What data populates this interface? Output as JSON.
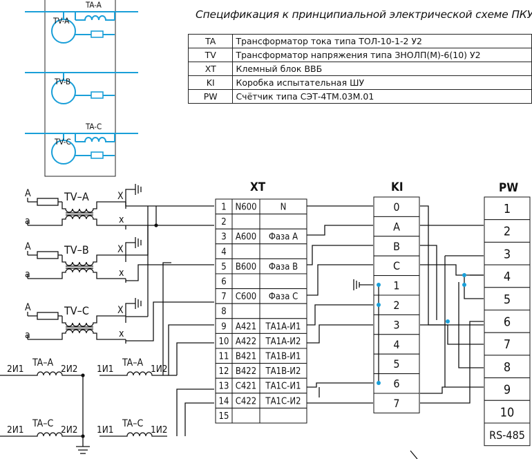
{
  "spec": {
    "title": "Спецификация к принципиальной электрической схеме ПКУ",
    "rows": [
      {
        "code": "TA",
        "desc": "Трансформатор тока типа ТОЛ-10-1-2 У2"
      },
      {
        "code": "TV",
        "desc": "Трансформатор напряжения типа ЗНОЛП(М)-6(10) У2"
      },
      {
        "code": "XT",
        "desc": "Клемный блок ВВБ"
      },
      {
        "code": "KI",
        "desc": "Коробка испытательная ШУ"
      },
      {
        "code": "PW",
        "desc": "Счётчик типа СЭТ-4ТМ.03М.01"
      }
    ]
  },
  "overview": {
    "labels": {
      "ta_a": "TA-A",
      "tv_a": "TV-A",
      "tv_b": "TV-B",
      "ta_c": "TA-C",
      "tv_c": "TV-C"
    }
  },
  "vt": {
    "units": [
      {
        "name": "TV–A",
        "primary": "A",
        "secondary": "a",
        "out_top": "X",
        "out_bottom": "x"
      },
      {
        "name": "TV–B",
        "primary": "A",
        "secondary": "a",
        "out_top": "X",
        "out_bottom": "x"
      },
      {
        "name": "TV–C",
        "primary": "A",
        "secondary": "a",
        "out_top": "X",
        "out_bottom": "x"
      }
    ]
  },
  "ct": {
    "units": [
      {
        "name": "TA–A",
        "left": "2И1",
        "right": "2И2"
      },
      {
        "name": "TA–A",
        "left": "1И1",
        "right": "1И2"
      },
      {
        "name": "TA–C",
        "left": "2И1",
        "right": "2И2"
      },
      {
        "name": "TA–C",
        "left": "1И1",
        "right": "1И2"
      }
    ]
  },
  "xt": {
    "title": "XT",
    "rows": [
      {
        "num": "1",
        "mark": "N600",
        "signal": "N"
      },
      {
        "num": "2",
        "mark": "",
        "signal": ""
      },
      {
        "num": "3",
        "mark": "A600",
        "signal": "Фаза А"
      },
      {
        "num": "4",
        "mark": "",
        "signal": ""
      },
      {
        "num": "5",
        "mark": "B600",
        "signal": "Фаза В"
      },
      {
        "num": "6",
        "mark": "",
        "signal": ""
      },
      {
        "num": "7",
        "mark": "C600",
        "signal": "Фаза С"
      },
      {
        "num": "8",
        "mark": "",
        "signal": ""
      },
      {
        "num": "9",
        "mark": "A421",
        "signal": "ТА1А-И1"
      },
      {
        "num": "10",
        "mark": "A422",
        "signal": "ТА1А-И2"
      },
      {
        "num": "11",
        "mark": "B421",
        "signal": "ТА1В-И1"
      },
      {
        "num": "12",
        "mark": "B422",
        "signal": "ТА1В-И2"
      },
      {
        "num": "13",
        "mark": "C421",
        "signal": "ТА1С-И1"
      },
      {
        "num": "14",
        "mark": "C422",
        "signal": "ТА1С-И2"
      },
      {
        "num": "15",
        "mark": "",
        "signal": ""
      }
    ]
  },
  "ki": {
    "title": "KI",
    "cells": [
      "0",
      "A",
      "B",
      "C",
      "1",
      "2",
      "3",
      "4",
      "5",
      "6",
      "7"
    ]
  },
  "pw": {
    "title": "PW",
    "cells": [
      "1",
      "2",
      "3",
      "4",
      "5",
      "6",
      "7",
      "8",
      "9",
      "10",
      "RS-485"
    ]
  },
  "colors": {
    "bus_line": "#1a9fd8",
    "ink": "#111111"
  }
}
